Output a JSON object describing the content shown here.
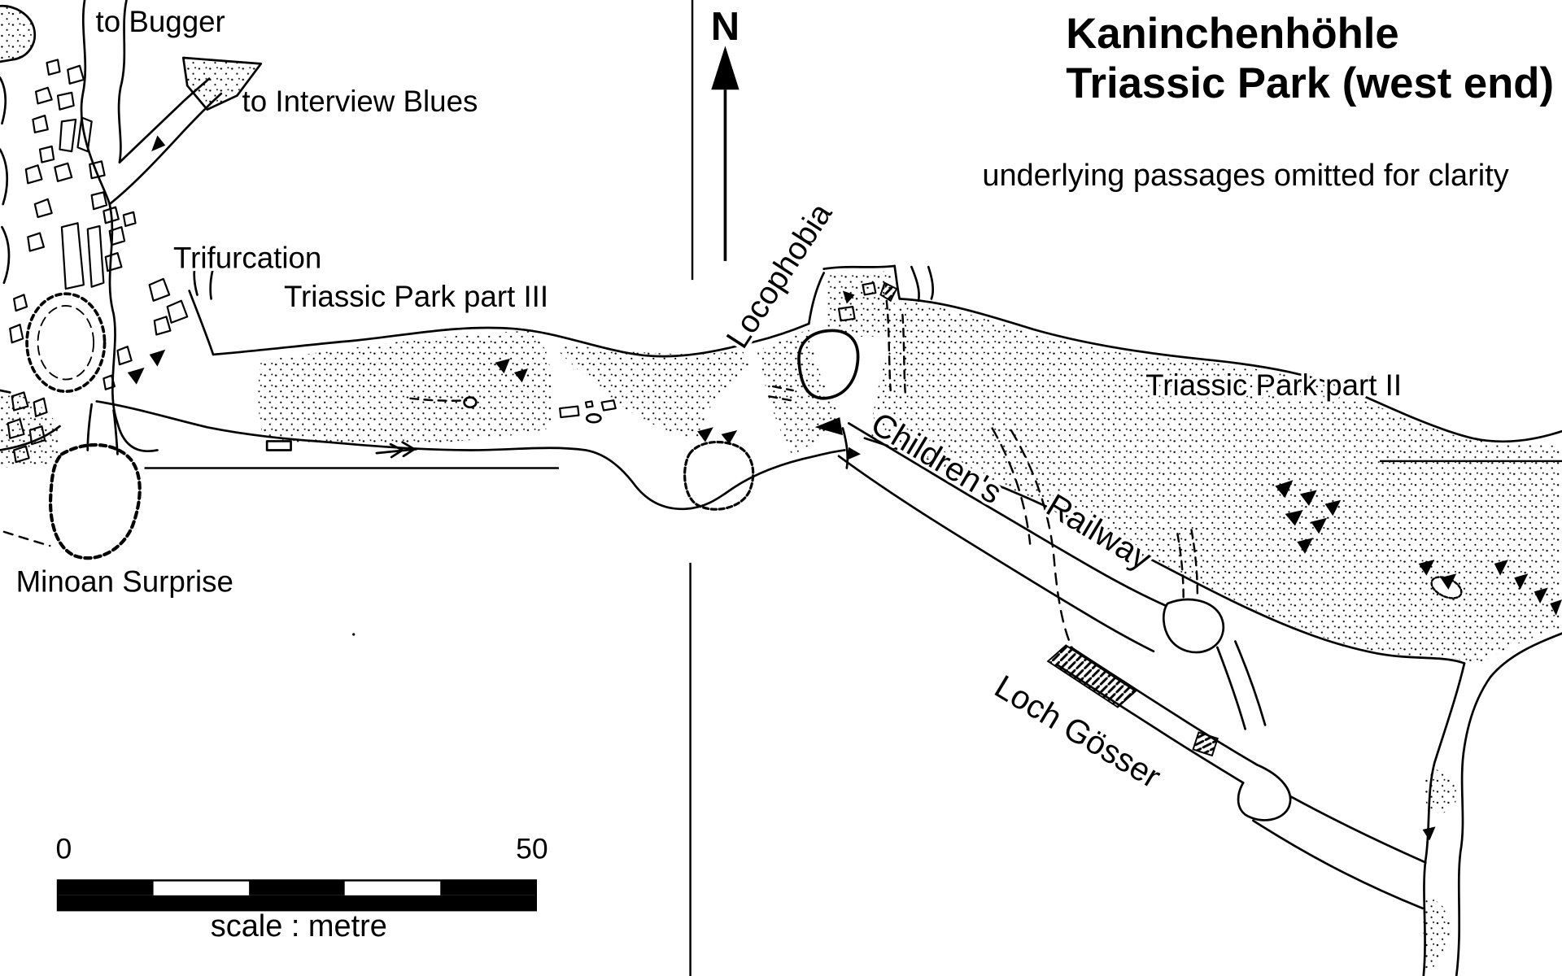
{
  "title": {
    "line1": "Kaninchenhöhle",
    "line2": "Triassic Park (west end)"
  },
  "subtitle": "underlying passages omitted for clarity",
  "compass": {
    "north_label": "N"
  },
  "labels": {
    "to_bugger": "to Bugger",
    "to_interview_blues": "to Interview Blues",
    "trifurcation": "Trifurcation",
    "triassic_park_part_iii": "Triassic Park part III",
    "locophobia": "Locophobia",
    "triassic_park_part_ii": "Triassic Park part II",
    "childrens": "Children's",
    "railway": "Railway",
    "minoan_surprise": "Minoan Surprise",
    "loch_gosser": "Loch Gösser"
  },
  "scale_bar": {
    "start_value": "0",
    "end_value": "50",
    "caption": "scale : metre"
  },
  "colors": {
    "ink": "#000000",
    "paper": "#ffffff"
  }
}
